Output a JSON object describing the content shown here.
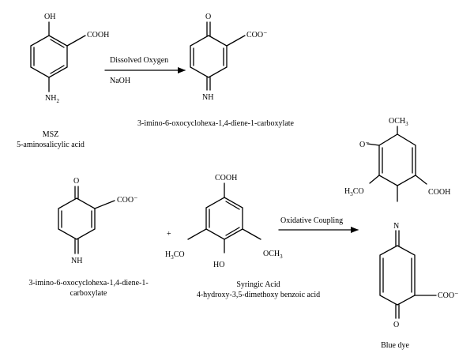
{
  "reaction1": {
    "reactant": {
      "oh": "OH",
      "cooh": "COOH",
      "nh2": "NH2",
      "name": "MSZ",
      "full_name": "5-aminosalicylic acid"
    },
    "arrow_above": "Dissolved Oxygen",
    "arrow_below": "NaOH",
    "product": {
      "oxo": "O",
      "coo": "COO⁻",
      "nh": "NH",
      "name": "3-imino-6-oxocyclohexa-1,4-diene-1-carboxylate"
    }
  },
  "reaction2": {
    "reactant1": {
      "oxo": "O",
      "coo": "COO⁻",
      "nh": "NH",
      "name_line1": "3-imino-6-oxocyclohexa-1,4-diene-1-",
      "name_line2": "carboxylate"
    },
    "plus": "+",
    "reactant2": {
      "cooh": "COOH",
      "h3co": "H3CO",
      "och3": "OCH3",
      "ho": "HO",
      "name": "Syringic Acid",
      "full_name": "4-hydroxy-3,5-dimethoxy benzoic acid"
    },
    "arrow_above": "Oxidative Coupling",
    "product": {
      "och3": "OCH3",
      "o_minus": "O⁻",
      "h3co": "H3CO",
      "cooh": "COOH",
      "n": "N",
      "coo": "COO⁻",
      "oxo": "O",
      "name": "Blue dye"
    }
  }
}
